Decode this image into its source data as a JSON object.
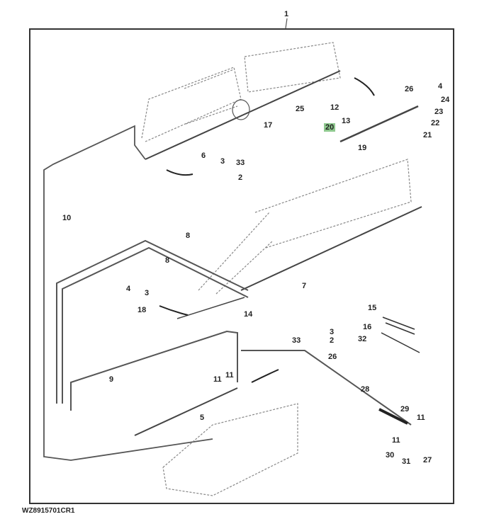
{
  "figure": {
    "id_label": "WZ8915701CR1",
    "highlight_color": "#8fc98f",
    "highlighted_callout": "20"
  },
  "callouts": [
    {
      "text": "1"
    },
    {
      "text": "4"
    },
    {
      "text": "26"
    },
    {
      "text": "24"
    },
    {
      "text": "23"
    },
    {
      "text": "12"
    },
    {
      "text": "22"
    },
    {
      "text": "13"
    },
    {
      "text": "20"
    },
    {
      "text": "21"
    },
    {
      "text": "19"
    },
    {
      "text": "25"
    },
    {
      "text": "17"
    },
    {
      "text": "6"
    },
    {
      "text": "3"
    },
    {
      "text": "33"
    },
    {
      "text": "2"
    },
    {
      "text": "10"
    },
    {
      "text": "8"
    },
    {
      "text": "8"
    },
    {
      "text": "7"
    },
    {
      "text": "4"
    },
    {
      "text": "3"
    },
    {
      "text": "18"
    },
    {
      "text": "14"
    },
    {
      "text": "15"
    },
    {
      "text": "16"
    },
    {
      "text": "32"
    },
    {
      "text": "3"
    },
    {
      "text": "33"
    },
    {
      "text": "2"
    },
    {
      "text": "26"
    },
    {
      "text": "9"
    },
    {
      "text": "11"
    },
    {
      "text": "11"
    },
    {
      "text": "28"
    },
    {
      "text": "5"
    },
    {
      "text": "29"
    },
    {
      "text": "11"
    },
    {
      "text": "11"
    },
    {
      "text": "30"
    },
    {
      "text": "31"
    },
    {
      "text": "27"
    }
  ]
}
